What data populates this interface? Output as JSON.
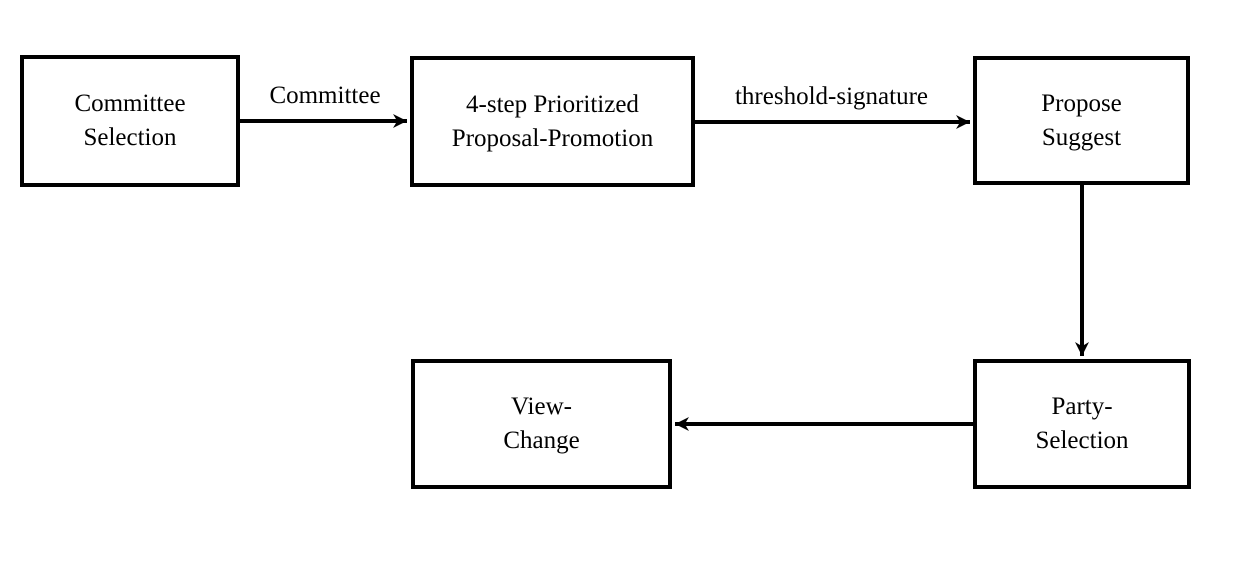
{
  "diagram": {
    "background_color": "#ffffff",
    "line_color": "#000000",
    "text_color": "#000000",
    "nodes": [
      {
        "id": "committee-selection",
        "label": "Committee\nSelection"
      },
      {
        "id": "proposal-promotion",
        "label": "4-step Prioritized\nProposal-Promotion"
      },
      {
        "id": "propose-suggest",
        "label": "Propose\nSuggest"
      },
      {
        "id": "party-selection",
        "label": "Party-\nSelection"
      },
      {
        "id": "view-change",
        "label": "View-\nChange"
      }
    ],
    "edges": [
      {
        "from": "committee-selection",
        "to": "proposal-promotion",
        "label": "Committee",
        "direction": "right"
      },
      {
        "from": "proposal-promotion",
        "to": "propose-suggest",
        "label": "threshold-signature",
        "direction": "right"
      },
      {
        "from": "propose-suggest",
        "to": "party-selection",
        "label": "",
        "direction": "down"
      },
      {
        "from": "party-selection",
        "to": "view-change",
        "label": "",
        "direction": "left"
      }
    ]
  }
}
